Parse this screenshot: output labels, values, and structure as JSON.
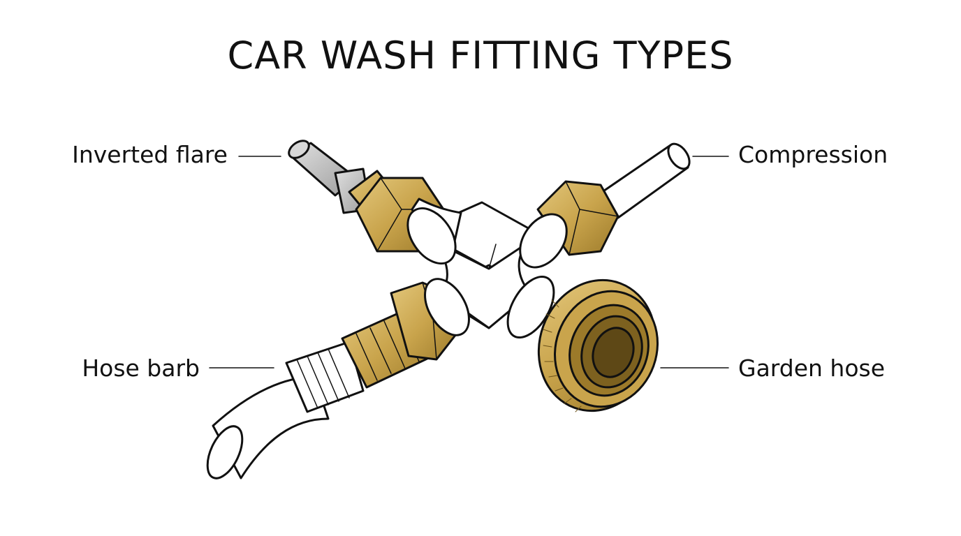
{
  "title": "CAR WASH FITTING TYPES",
  "labels": {
    "inverted_flare": "Inverted flare",
    "compression": "Compression",
    "hose_barb": "Hose barb",
    "garden_hose": "Garden hose"
  },
  "colors": {
    "brass": "#c9a44c",
    "brass_dark": "#9c7a2a",
    "brass_light": "#e3c77b",
    "steel": "#bdbdbd",
    "outline": "#111111",
    "background": "#ffffff"
  }
}
